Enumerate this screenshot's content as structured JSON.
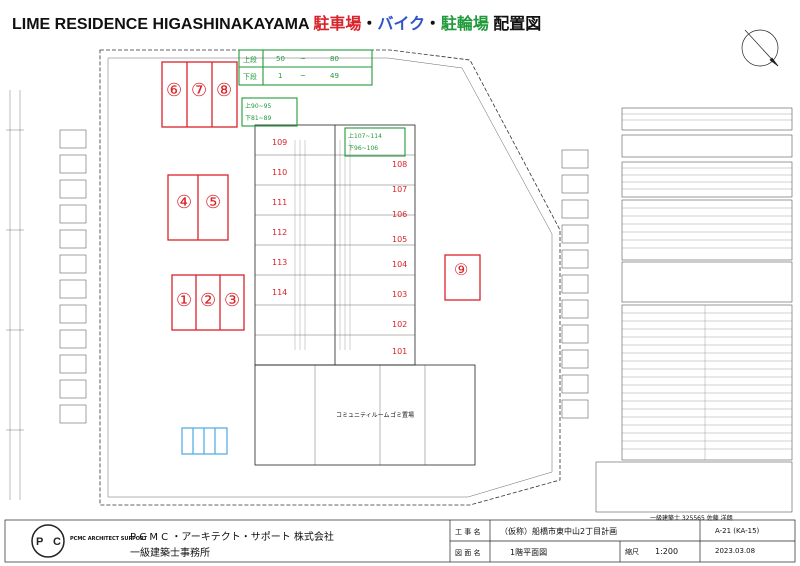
{
  "title": {
    "part1": "LIME RESIDENCE HIGASHINAKAYAMA",
    "part2": "駐車場",
    "part3": "・",
    "part4": "バイク",
    "part5": "・",
    "part6": "駐輪場",
    "part7": "配置図"
  },
  "parking": {
    "top_group": [
      "⑥",
      "⑦",
      "⑧"
    ],
    "mid_group": [
      "④",
      "⑤"
    ],
    "bottom_group": [
      "①",
      "②",
      "③"
    ],
    "right_single": "⑨"
  },
  "bike_table": {
    "row1_label": "上段",
    "row1_from": "50",
    "row1_to": "80",
    "row2_label": "下段",
    "row2_from": "1",
    "row2_to": "49",
    "tilde": "~"
  },
  "annotations": {
    "left_box_1": "上90~95",
    "left_box_2": "下81~89",
    "right_box_1": "上107~114",
    "right_box_2": "下96~106"
  },
  "units_left": [
    "109",
    "110",
    "111",
    "112",
    "113",
    "114"
  ],
  "units_right": [
    "108",
    "107",
    "106",
    "105",
    "104",
    "103",
    "102",
    "101"
  ],
  "rooms": {
    "community": "コミュニティルーム",
    "trash": "ゴミ置場"
  },
  "footer": {
    "company_jp": "P C M C ・アーキテクト・サポート 株式会社",
    "office": "一級建築士事務所",
    "logo_text": "PCMC ARCHITECT SUPPORT",
    "project_label": "工 事 名",
    "project_name": "（仮称）船橋市東中山2丁目計画",
    "drawing_label": "図 面 名",
    "drawing_name": "1階平面図",
    "scale_label": "縮尺",
    "scale_value": "1:200",
    "number": "A-21 (KA-15)",
    "date": "2023.03.08",
    "license": "一級建築士 325565 佐藤 洋朗"
  },
  "colors": {
    "red": "#d9232a",
    "blue": "#2f55c8",
    "green": "#1e9a3a",
    "lightblue": "#4aa8e8"
  }
}
